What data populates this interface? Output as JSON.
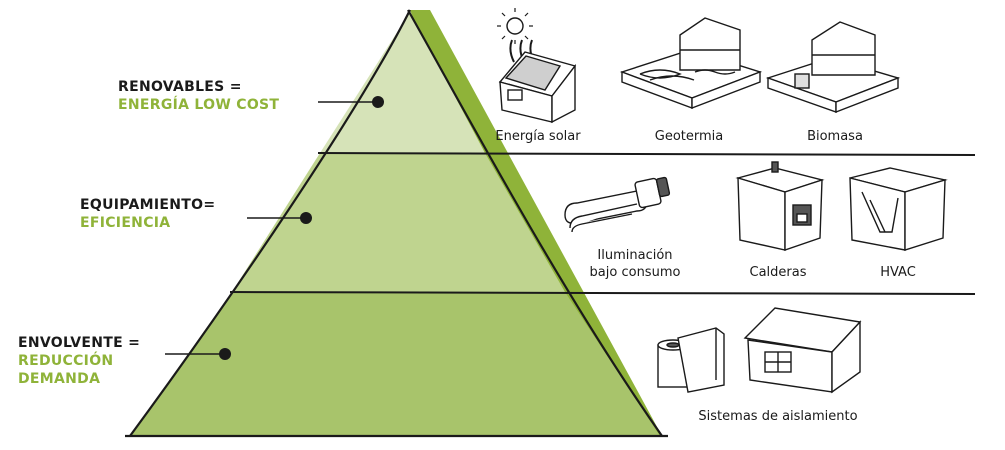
{
  "colors": {
    "tier_top": "#d6e3b8",
    "tier_mid": "#bfd48f",
    "tier_bottom": "#a8c46b",
    "shadow": "#8fb339",
    "label_accent": "#8fb339",
    "ink": "#1a1a1a"
  },
  "tiers": [
    {
      "title": "RENOVABLES =",
      "subtitle": "ENERGÍA LOW COST",
      "items": [
        {
          "caption": "Energía solar",
          "icon": "solar-house-icon"
        },
        {
          "caption": "Geotermia",
          "icon": "geothermal-house-icon"
        },
        {
          "caption": "Biomasa",
          "icon": "biomass-house-icon"
        }
      ]
    },
    {
      "title": "EQUIPAMIENTO=",
      "subtitle": "EFICIENCIA",
      "items": [
        {
          "caption_line1": "Iluminación",
          "caption_line2": "bajo consumo",
          "icon": "lightbulb-icon"
        },
        {
          "caption": "Calderas",
          "icon": "boiler-icon"
        },
        {
          "caption": "HVAC",
          "icon": "hvac-unit-icon"
        }
      ]
    },
    {
      "title": "ENVOLVENTE =",
      "subtitle_line1": "REDUCCIÓN",
      "subtitle_line2": "DEMANDA",
      "items": [
        {
          "caption": "Sistemas de aislamiento",
          "icon": "insulation-house-icon"
        }
      ]
    }
  ]
}
